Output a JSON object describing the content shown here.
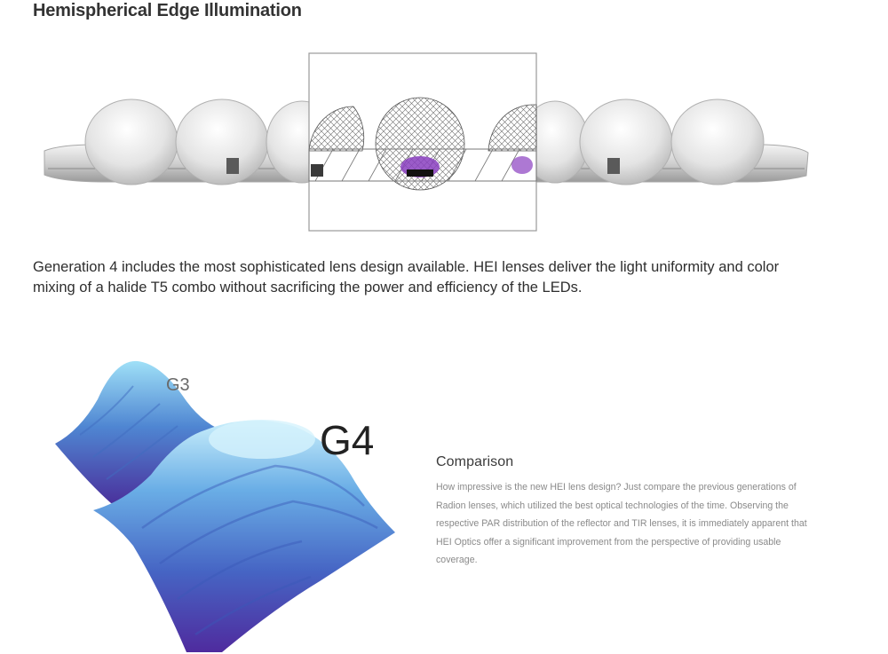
{
  "section": {
    "title": "Hemispherical Edge Illumination",
    "intro": "Generation 4 includes the most sophisticated lens design available. HEI lenses deliver the light uniformity and color mixing of a halide T5 combo without sacrificing the power and efficiency of the LEDs."
  },
  "figure": {
    "label_g3": "G3",
    "label_g4": "G4",
    "colors": {
      "light_blue": "#8fd8f5",
      "mid_blue": "#4a78cf",
      "deep_purple": "#5a2fa0",
      "lens_purple": "#8a3fc0"
    }
  },
  "comparison": {
    "title": "Comparison",
    "body": "How impressive is the new HEI lens design? Just compare the previous generations of Radion lenses, which utilized the best optical technologies of the time. Observing the respective PAR distribution of the reflector and TIR lenses, it is immediately apparent that HEI Optics offer a significant improvement from the perspective of providing usable coverage."
  }
}
